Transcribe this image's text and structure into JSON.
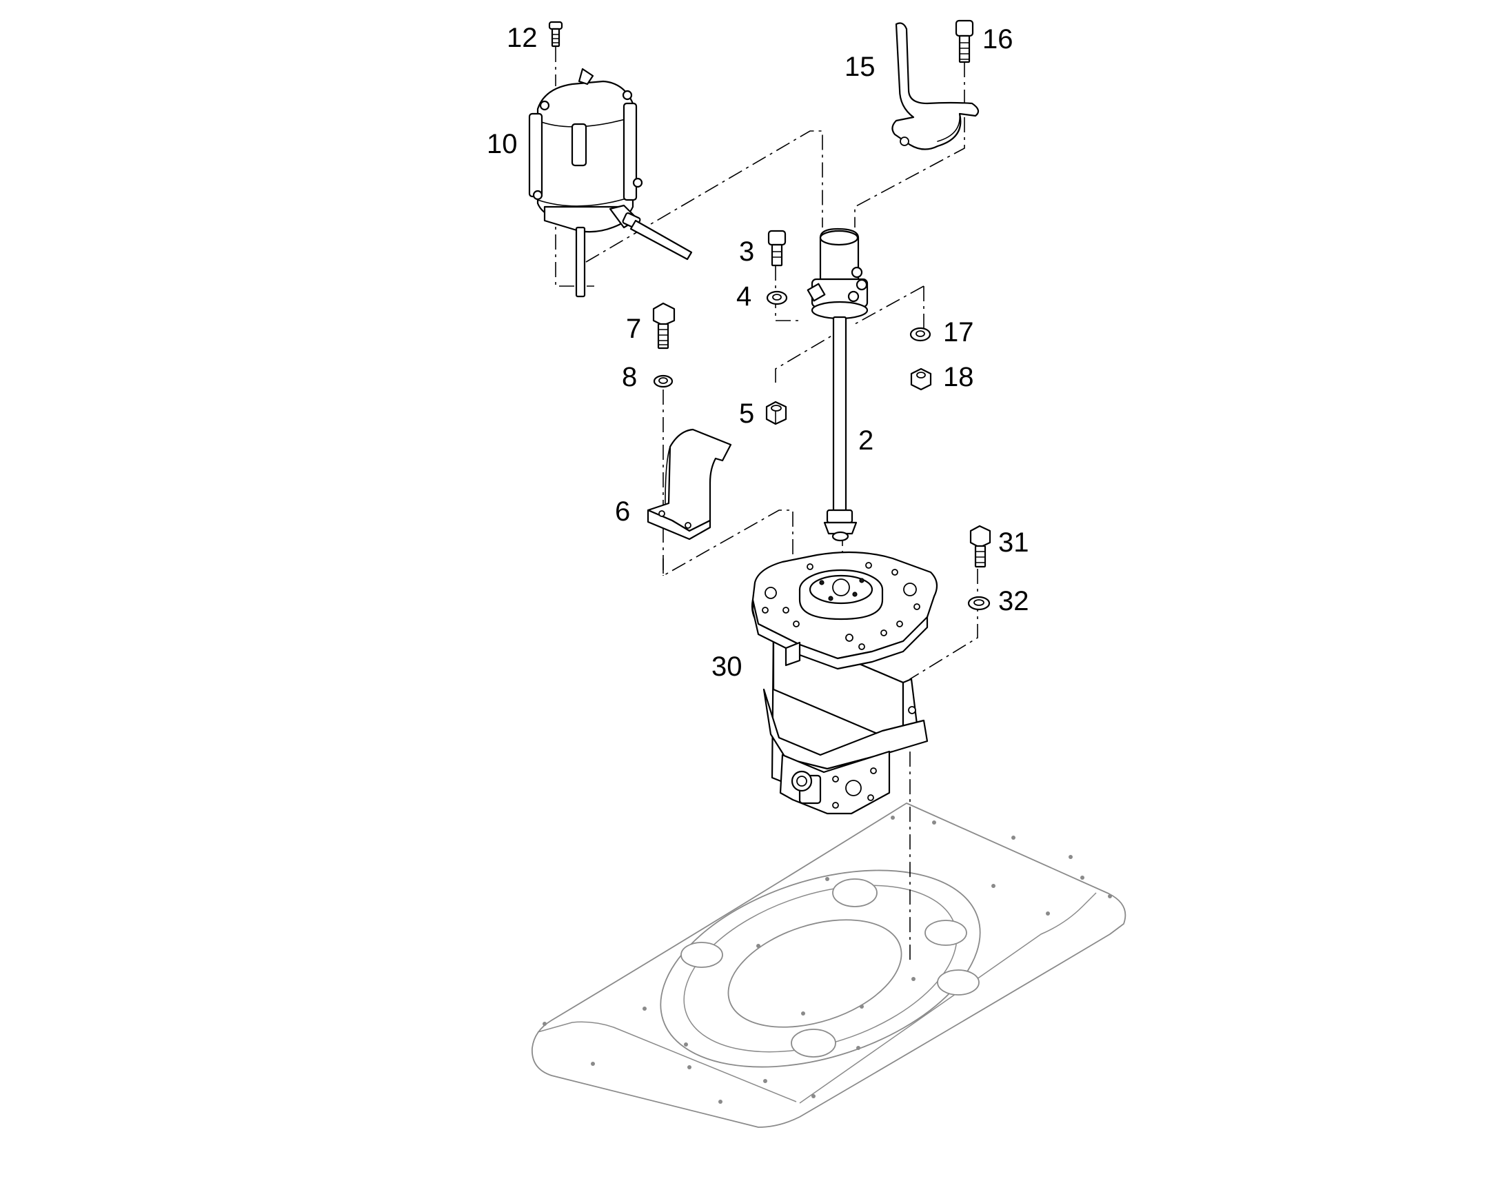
{
  "callouts": {
    "c2": "2",
    "c3": "3",
    "c4": "4",
    "c5": "5",
    "c6": "6",
    "c7": "7",
    "c8": "8",
    "c10": "10",
    "c12": "12",
    "c15": "15",
    "c16": "16",
    "c17": "17",
    "c18": "18",
    "c30": "30",
    "c31": "31",
    "c32": "32"
  },
  "colors": {
    "line": "#000000",
    "ghost_outline": "#8a8a8a",
    "background": "#ffffff"
  }
}
